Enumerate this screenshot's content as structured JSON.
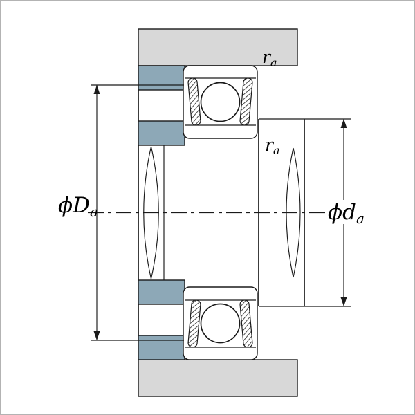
{
  "diagram": {
    "labels": {
      "outer": {
        "base": "ϕD",
        "sub": "a"
      },
      "inner": {
        "base": "ϕd",
        "sub": "a"
      },
      "fillet_housing": {
        "base": "r",
        "sub": "a"
      },
      "fillet_shaft": {
        "base": "r",
        "sub": "a"
      }
    },
    "colors": {
      "housing_fill": "#d8d8d8",
      "shoulder_fill": "#8da8b7",
      "line": "#1a1a1a",
      "background": "#ffffff",
      "frame": "#b3b3b3"
    }
  }
}
